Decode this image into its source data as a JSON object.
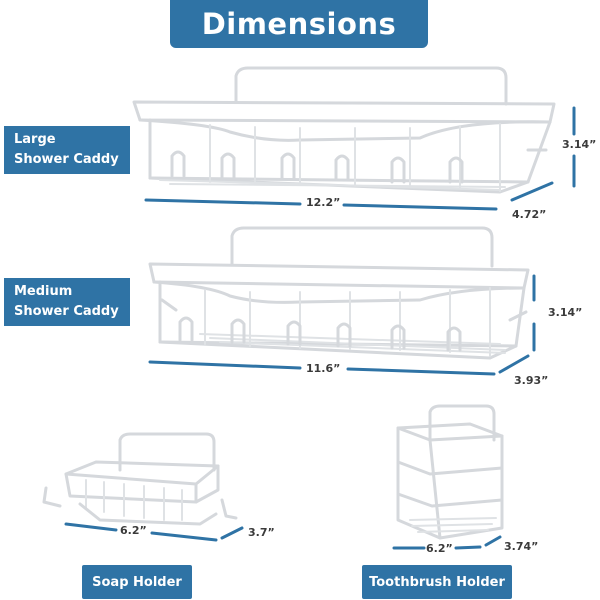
{
  "header": {
    "title": "Dimensions"
  },
  "products": {
    "large": {
      "line1": "Large",
      "line2": "Shower Caddy",
      "width": "12.2”",
      "depth": "4.72”",
      "height": "3.14”"
    },
    "medium": {
      "line1": "Medium",
      "line2": "Shower Caddy",
      "width": "11.6”",
      "depth": "3.93”",
      "height": "3.14”"
    },
    "soap": {
      "label": "Soap Holder",
      "width": "6.2”",
      "depth": "3.7”"
    },
    "toothbrush": {
      "label": "Toothbrush Holder",
      "width": "6.2”",
      "depth": "3.74”"
    }
  },
  "colors": {
    "accent": "#2f73a5",
    "dimension_line": "#2f73a5",
    "product_outline": "#d7dadd"
  }
}
